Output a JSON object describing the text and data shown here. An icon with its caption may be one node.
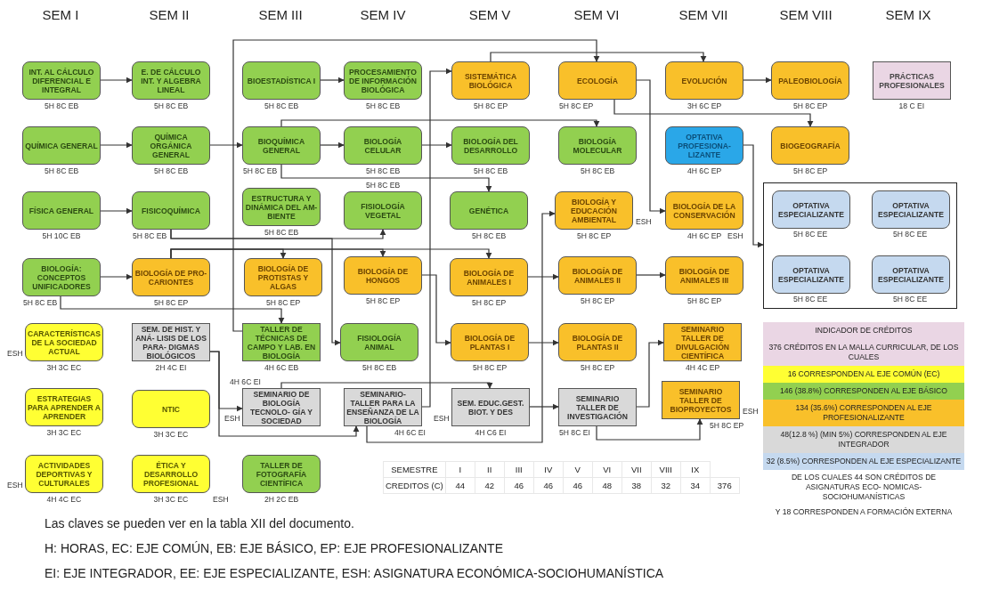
{
  "diagram": {
    "nodes": [
      {
        "text": [
          "INT. AL CÁLCULO DIFERENCIAL E INTEGRAL"
        ],
        "beside": [
          "5H 8C EB"
        ]
      },
      {
        "text": [
          "E. DE CÁLCULO INT. Y ALGEBRA LINEAL"
        ],
        "beside": [
          "5H 8C EB"
        ]
      },
      {
        "text": [
          "BIOESTADÍSTICA I"
        ],
        "beside": [
          "5H 8C EB"
        ]
      },
      {
        "text": [
          "PROCESAMIENTO DE INFORMACIÓN BIOLÓGICA"
        ],
        "beside": [
          "5H 8C EB"
        ]
      },
      {
        "text": [
          "SISTEMÁTICA BIOLÓGICA"
        ],
        "beside": [
          "5H 8C EP"
        ]
      },
      {
        "text": [
          "ECOLOGÍA"
        ],
        "beside": [
          "5H 8C EP"
        ]
      },
      {
        "text": [
          "EVOLUCIÓN"
        ],
        "beside": [
          "3H 6C EP"
        ]
      },
      {
        "text": [
          "PALEOBIOLOGÍA"
        ],
        "beside": [
          "5H 8C EP"
        ]
      },
      {
        "text": [
          "PRÁCTICAS PROFESIONALES"
        ],
        "beside": [
          "18 C EI"
        ]
      },
      {
        "text": [
          "QUÍMICA GENERAL"
        ],
        "beside": [
          "5H 8C EB"
        ]
      },
      {
        "text": [
          "QUÍMICA ORGÁNICA GENERAL"
        ],
        "beside": [
          "5H 8C EB"
        ]
      },
      {
        "text": [
          "BIOQUÍMICA GENERAL"
        ],
        "beside": [
          "5H 8C EB"
        ]
      },
      {
        "text": [
          "BIOLOGÍA CELULAR"
        ],
        "beside": [
          "5H 8C EB"
        ]
      },
      {
        "text": [
          "BIOLOGÍA DEL DESARROLLO"
        ],
        "beside": [
          "5H 8C EB"
        ]
      },
      {
        "text": [
          "BIOLOGÍA MOLECULAR"
        ],
        "beside": [
          "5H 8C EB"
        ]
      },
      {
        "text": [
          "OPTATIVA PROFESIONA- LIZANTE"
        ],
        "beside": [
          "4H 6C EP"
        ]
      },
      {
        "text": [
          "BIOGEOGRAFÍA"
        ],
        "beside": [
          "5H 8C EP"
        ]
      },
      {
        "text": [
          "FÍSICA GENERAL"
        ],
        "beside": [
          "5H 10C EB"
        ]
      },
      {
        "text": [
          "FISICOQUÍMICA"
        ],
        "beside": [
          "5H 8C EB"
        ]
      },
      {
        "text": [
          "ESTRUCTURA Y DINÁMICA DEL AM- BIENTE"
        ],
        "beside": [
          "5H 8C EB"
        ]
      },
      {
        "text": [
          "FISIOLOGÍA VEGETAL"
        ],
        "beside": [
          "5H 8C EB"
        ]
      },
      {
        "text": [
          "GENÉTICA"
        ],
        "beside": [
          "5H 8C EB"
        ]
      },
      {
        "text": [
          "BIOLOGÍA Y EDUCACIÓN AMBIENTAL"
        ],
        "beside": [
          "ESH",
          "5H 8C EP"
        ]
      },
      {
        "text": [
          "BIOLOGÍA DE LA CONSERVACIÓN"
        ],
        "beside": [
          "4H 6C EP",
          "ESH"
        ]
      },
      {
        "text": [],
        "shape": "box"
      },
      {
        "text": [
          "OPTATIVA ESPECIALIZANTE"
        ],
        "in": 24,
        "beside": [
          "5H 8C EE"
        ]
      },
      {
        "text": [
          "OPTATIVA ESPECIALIZANTE"
        ],
        "in": 24,
        "beside": [
          "5H 8C EE"
        ]
      },
      {
        "text": [
          "OPTATIVA ESPECIALIZANTE"
        ],
        "in": 24,
        "beside": [
          "5H 8C EE"
        ]
      },
      {
        "text": [
          "OPTATIVA ESPECIALIZANTE"
        ],
        "in": 24,
        "beside": [
          "5H 8C EE"
        ]
      },
      {
        "text": [
          "BIOLOGÍA: CONCEPTOS UNIFICADORES"
        ],
        "beside": [
          "5H 8C EB"
        ]
      },
      {
        "text": [
          "BIOLOGÍA DE PRO- CARIONTES"
        ],
        "beside": [
          "5H 8C EP"
        ]
      },
      {
        "text": [
          "BIOLOGÍA DE PROTISTAS Y ALGAS"
        ],
        "beside": [
          "5H 8C EP"
        ]
      },
      {
        "text": [
          "BIOLOGÍA DE HONGOS"
        ],
        "beside": [
          "5H 8C EP"
        ]
      },
      {
        "text": [
          "BIOLOGÍA DE ANIMALES I"
        ],
        "beside": [
          "5H 8C EP"
        ]
      },
      {
        "text": [
          "BIOLOGÍA DE ANIMALES II"
        ],
        "beside": [
          "5H 8C EP"
        ]
      },
      {
        "text": [
          "BIOLOGÍA DE ANIMALES III"
        ],
        "beside": [
          "5H 8C EP"
        ]
      },
      {
        "text": [
          "CARACTERÍSTICAS DE LA SOCIEDAD ACTUAL"
        ],
        "beside": [
          "ESH",
          "3H 3C EC"
        ]
      },
      {
        "text": [
          "SEM. DE HIST. Y ANÁ- LISIS DE LOS PARA- DIGMAS BIOLÓGICOS"
        ],
        "beside": [
          "2H 4C EI"
        ]
      },
      {
        "text": [
          "TALLER DE TÉCNICAS DE CAMPO Y LAB. EN BIOLOGÍA"
        ],
        "beside": [
          "4H 6C EB"
        ]
      },
      {
        "text": [
          "FISIOLOGÍA ANIMAL"
        ],
        "beside": [
          "5H 8C EB"
        ]
      },
      {
        "text": [
          "BIOLOGÍA DE PLANTAS I"
        ],
        "beside": [
          "5H 8C EP"
        ]
      },
      {
        "text": [
          "BIOLOGÍA DE PLANTAS II"
        ],
        "beside": [
          "5H 8C EP"
        ]
      },
      {
        "text": [
          "SEMINARIO TALLER DE DIVULGACIÓN CIENTÍFICA"
        ],
        "beside": [
          "4H 4C EP"
        ]
      },
      {
        "text": [
          "ESTRATEGIAS PARA APRENDER A APRENDER"
        ],
        "beside": [
          "3H 3C EC"
        ]
      },
      {
        "text": [
          "NTIC"
        ],
        "beside": [
          "3H 3C EC"
        ]
      },
      {
        "text": [
          "SEMINARIO DE BIOLOGÍA TECNOLO- GÍA Y SOCIEDAD"
        ],
        "beside": [
          "4H 6C EI",
          "ESH"
        ]
      },
      {
        "text": [
          "SEMINARIO-TALLER PARA LA ENSEÑANZA DE LA BIOLOGÍA"
        ],
        "beside": [
          "4H 6C EI"
        ]
      },
      {
        "text": [
          "SEM. EDUC.GEST. BIOT. Y DES"
        ],
        "beside": [
          "ESH",
          "4H C6 EI"
        ]
      },
      {
        "text": [
          "SEMINARIO TALLER DE INVESTIGACIÓN"
        ],
        "beside": [
          "5H 8C EI"
        ]
      },
      {
        "text": [
          "SEMINARIO TALLER DE BIOPROYECTOS"
        ],
        "beside": [
          "ESH",
          "5H 8C EP"
        ]
      },
      {
        "text": [
          "ACTIVIDADES DEPORTIVAS Y CULTURALES"
        ],
        "beside": [
          "ESH",
          "4H 4C EC"
        ]
      },
      {
        "text": [
          "ÉTICA Y DESARROLLO PROFESIONAL"
        ],
        "beside": [
          "3H 3C EC",
          "ESH"
        ]
      },
      {
        "text": [
          "TALLER DE FOTOGRAFÍA CIENTÍFICA"
        ],
        "beside": [
          "2H 2C EB"
        ]
      }
    ],
    "edges": [
      {
        "from": 0,
        "to": 1,
        "arrow": "to"
      },
      {
        "from": 2,
        "to": 3,
        "arrow": "to"
      },
      {
        "from": 38,
        "to": 5,
        "arrow": "to"
      },
      {
        "from": 4,
        "to": 6,
        "arrow": "to"
      },
      {
        "from": 6,
        "to": 7,
        "arrow": "to"
      },
      {
        "from": 5,
        "to": 23,
        "arrow": "to"
      },
      {
        "from": 5,
        "to": 16,
        "arrow": "to"
      },
      {
        "from": 46,
        "to": 4,
        "arrow": "to"
      },
      {
        "from": 9,
        "to": 10,
        "arrow": "to"
      },
      {
        "from": 10,
        "to": 11,
        "arrow": "to"
      },
      {
        "from": 11,
        "to": 12,
        "arrow": "to"
      },
      {
        "from": 12,
        "to": 13,
        "arrow": "to"
      },
      {
        "from": 11,
        "to": 14,
        "arrow": "to"
      },
      {
        "from": 11,
        "to": 21,
        "arrow": "to"
      },
      {
        "from": 15,
        "to": 24,
        "arrow": "to"
      },
      {
        "from": 17,
        "to": 18,
        "arrow": "to"
      },
      {
        "from": 18,
        "to": 20,
        "arrow": "to"
      },
      {
        "from": 18,
        "to": 39,
        "arrow": "to"
      },
      {
        "from": 29,
        "to": 30,
        "arrow": "to"
      },
      {
        "from": 30,
        "to": 31,
        "arrow": "to"
      },
      {
        "from": 30,
        "to": 32,
        "arrow": "to"
      },
      {
        "from": 30,
        "to": 33,
        "arrow": "to"
      },
      {
        "from": 33,
        "to": 34,
        "arrow": "to"
      },
      {
        "from": 34,
        "to": 35,
        "arrow": "to"
      },
      {
        "from": 32,
        "to": 40,
        "arrow": "to"
      },
      {
        "from": 40,
        "to": 41,
        "arrow": "to"
      },
      {
        "from": 29,
        "to": 38,
        "arrow": "to"
      },
      {
        "from": 37,
        "to": 45,
        "arrow": "to"
      },
      {
        "from": 37,
        "to": 46,
        "arrow": "to"
      },
      {
        "from": 45,
        "to": 47,
        "arrow": "to"
      },
      {
        "from": 46,
        "to": 22,
        "arrow": "to"
      },
      {
        "from": 47,
        "to": 48,
        "arrow": "to"
      },
      {
        "from": 48,
        "to": 42,
        "arrow": "to"
      },
      {
        "from": 48,
        "to": 49,
        "arrow": "to"
      }
    ],
    "labels": [
      "SEM I",
      "SEM II",
      "SEM III",
      "SEM IV",
      "SEM V",
      "SEM VI",
      "SEM VII",
      "SEM VIII",
      "SEM IX",
      "SEMESTRE",
      "I",
      "II",
      "III",
      "IV",
      "V",
      "VI",
      "VII",
      "VIII",
      "IX",
      "CREDITOS (C)",
      "44",
      "42",
      "46",
      "46",
      "46",
      "48",
      "38",
      "32",
      "34",
      "376",
      "Las claves se pueden ver en la tabla XII del documento.",
      "H: HORAS, EC: EJE COMÚN, EB: EJE BÁSICO, EP: EJE PROFESIONALIZANTE",
      "EI: EJE INTEGRADOR, EE: EJE ESPECIALIZANTE, ESH: ASIGNATURA ECONÓMICA-SOCIOHUMANÍSTICA",
      "INDICADOR DE CRÉDITOS",
      "DE LOS CUALES 44 SON CRÉDITOS DE ASIGNATURAS ECO- NOMICAS-SOCIOHUMANÍSTICAS",
      "Y 18 CORRESPONDEN A FORMACIÓN EXTERNA"
    ],
    "legend": [
      {
        "text": "376 CRÉDITOS EN LA MALLA CURRICULAR, DE LOS CUALES",
        "color": "#ead6e4"
      },
      {
        "text": "16 CORRESPONDEN AL EJE COMÚN (EC)",
        "color": "#ffff33"
      },
      {
        "text": "146 (38.8%) CORRESPONDEN AL EJE BÁSICO",
        "color": "#92d050"
      },
      {
        "text": "134 (35.6%) CORRESPONDEN AL EJE PROFESIONALIZANTE",
        "color": "#f9c02a"
      },
      {
        "text": "48(12.8 %) (MIN 5%) CORRESPONDEN AL EJE INTEGRADOR",
        "color": "#d9d9d9"
      },
      {
        "text": "32 (8.5%) CORRESPONDEN AL EJE ESPECIALIZANTE",
        "color": "#c5d9ef"
      }
    ]
  }
}
